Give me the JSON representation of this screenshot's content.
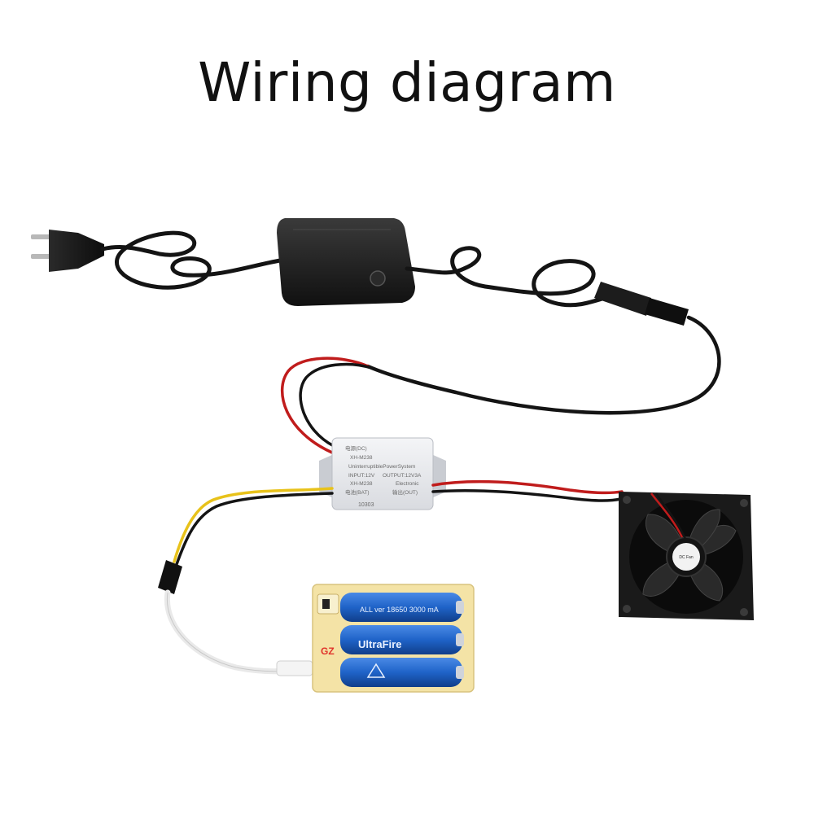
{
  "title": "Wiring diagram",
  "module": {
    "line1": "电源(DC)",
    "line2": "XH-M238",
    "line3": "UninterruptiblePowerSystem",
    "line4a": "INPUT:12V",
    "line4b": "OUTPUT:12V3A",
    "line5a": "XH-M238",
    "line5b": "Electronic",
    "line6a": "电池(BAT)",
    "line6b": "输出(OUT)",
    "serial": "10303"
  },
  "battery_box": {
    "mark": "GZ",
    "cell1_label": "ALL ver 18650 3000 mA",
    "cell2_label": "UltraFire"
  },
  "fan": {
    "hub_label": "DC Fan"
  },
  "colors": {
    "wire_black": "#141414",
    "wire_red": "#c01c1c",
    "wire_yellow": "#e8c21a",
    "battery_blue": "#1f63c8",
    "holder_yellow": "#f4e3a6"
  }
}
